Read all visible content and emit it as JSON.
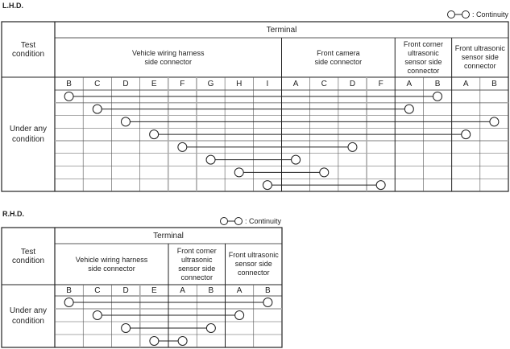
{
  "legend_label": ": Continuity",
  "tables": [
    {
      "title": "L.H.D.",
      "terminal_label": "Terminal",
      "test_condition_label": "Test\ncondition",
      "condition": "Under any\ncondition",
      "groups": [
        {
          "label": "Vehicle wiring harness\nside connector",
          "terminals": [
            "B",
            "C",
            "D",
            "E",
            "F",
            "G",
            "H",
            "I"
          ]
        },
        {
          "label": "Front camera\nside connector",
          "terminals": [
            "A",
            "C",
            "D",
            "F"
          ]
        },
        {
          "label": "Front corner\nultrasonic\nsensor side\nconnector",
          "terminals": [
            "A",
            "B"
          ]
        },
        {
          "label": "Front ultrasonic\nsensor side\nconnector",
          "terminals": [
            "A",
            "B"
          ]
        }
      ],
      "connections": [
        [
          0,
          13
        ],
        [
          1,
          12
        ],
        [
          2,
          15
        ],
        [
          3,
          14
        ],
        [
          4,
          10
        ],
        [
          5,
          8
        ],
        [
          6,
          9
        ],
        [
          7,
          11
        ]
      ]
    },
    {
      "title": "R.H.D.",
      "terminal_label": "Terminal",
      "test_condition_label": "Test\ncondition",
      "condition": "Under any\ncondition",
      "groups": [
        {
          "label": "Vehicle wiring harness\nside connector",
          "terminals": [
            "B",
            "C",
            "D",
            "E"
          ]
        },
        {
          "label": "Front corner\nultrasonic\nsensor side\nconnector",
          "terminals": [
            "A",
            "B"
          ]
        },
        {
          "label": "Front ultrasonic\nsensor side\nconnector",
          "terminals": [
            "A",
            "B"
          ]
        }
      ],
      "connections": [
        [
          0,
          7
        ],
        [
          1,
          6
        ],
        [
          2,
          5
        ],
        [
          3,
          4
        ]
      ]
    }
  ]
}
